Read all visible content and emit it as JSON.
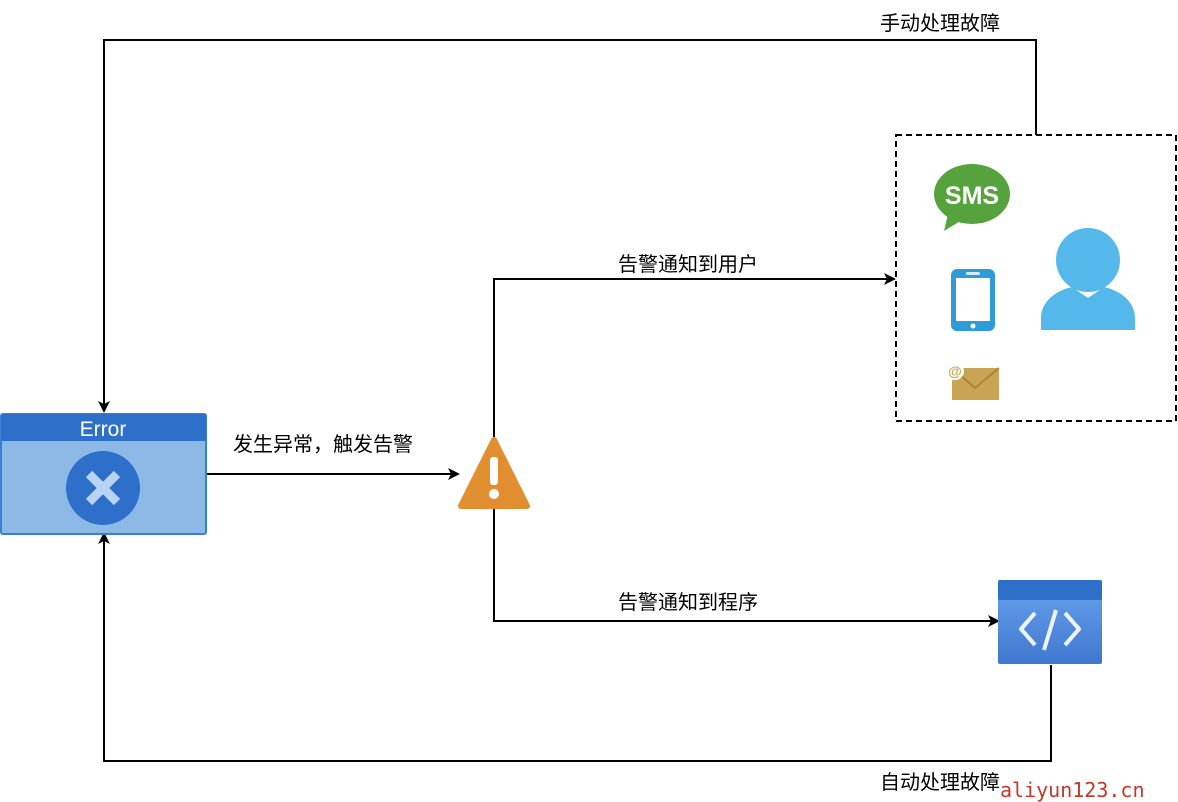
{
  "error_window": {
    "title": "Error"
  },
  "edges": {
    "trigger_label": "发生异常，触发告警",
    "notify_user_label": "告警通知到用户",
    "notify_program_label": "告警通知到程序",
    "manual_label": "手动处理故障",
    "auto_label": "自动处理故障"
  },
  "user_group": {
    "sms_icon_text": "SMS"
  },
  "watermark": "aliyun123.cn",
  "colors": {
    "line": "#000000",
    "error_header": "#2d6fc9",
    "error_body": "#8db9e6",
    "error_circle": "#2d6fc9",
    "warning": "#e08e30",
    "sms_green": "#56a23c",
    "user_blue": "#54b8ea",
    "envelope": "#c9a454",
    "code_window": "#4a86d9"
  }
}
